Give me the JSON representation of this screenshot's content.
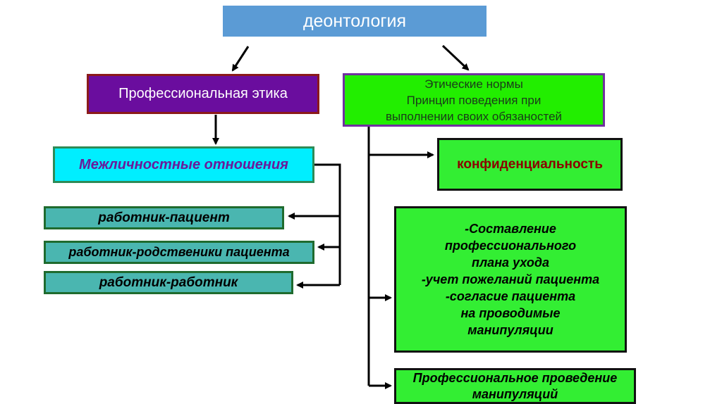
{
  "root": {
    "title": "деонтология"
  },
  "left": {
    "title": "Профессиональная этика",
    "interpersonal": "Межличностные отношения",
    "relations": [
      "работник-пациент",
      "работник-родственики пациента",
      "работник-работник"
    ]
  },
  "right": {
    "norms_lines": [
      "Этические нормы",
      "Принцип поведения при",
      "выполнении своих обязаностей"
    ],
    "confidentiality": "конфиденциальность",
    "care_plan_lines": [
      "-Составление",
      "профессионального",
      "плана ухода",
      "-учет пожеланий пациента",
      "-согласие пациента",
      "на проводимые",
      "манипуляции"
    ],
    "manipulation_lines": [
      "Профессиональное проведение",
      "манипуляций"
    ]
  },
  "colors": {
    "root_fill": "#5b9bd5",
    "ethics_fill": "#6a0d9e",
    "norms_fill": "#22ee00",
    "interpersonal_fill": "#00eeff",
    "relation_fill": "#4ab6b0",
    "green_fill": "#33ee33"
  }
}
